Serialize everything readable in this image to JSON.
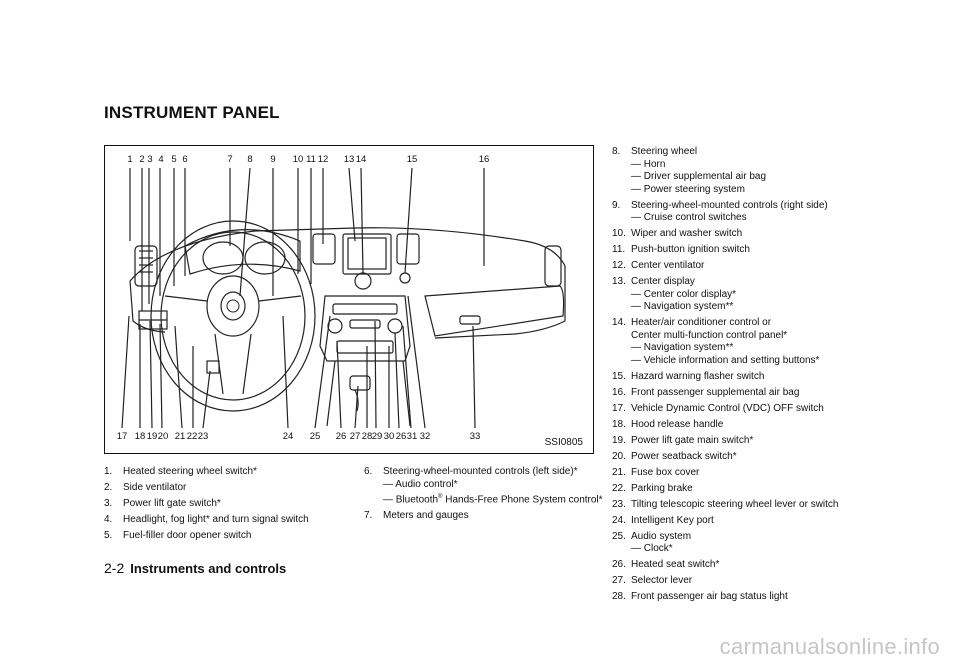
{
  "page": {
    "title": "INSTRUMENT PANEL",
    "figure_code": "SSI0805",
    "footer_page": "2-2",
    "footer_section": "Instruments and controls",
    "watermark": "carmanualsonline.info"
  },
  "figure": {
    "top_callouts": [
      "1",
      "2",
      "3",
      "4",
      "5",
      "6",
      "7",
      "8",
      "9",
      "10",
      "11",
      "12",
      "13",
      "14",
      "15",
      "16"
    ],
    "bottom_callouts": [
      "17",
      "18",
      "19",
      "20",
      "21",
      "22",
      "23",
      "24",
      "25",
      "26",
      "27",
      "28",
      "29",
      "30",
      "26",
      "31",
      "32",
      "33"
    ]
  },
  "legend_left": [
    {
      "num": "1.",
      "text": "Heated steering wheel switch*"
    },
    {
      "num": "2.",
      "text": "Side ventilator"
    },
    {
      "num": "3.",
      "text": "Power lift gate switch*"
    },
    {
      "num": "4.",
      "text": "Headlight, fog light* and turn signal switch"
    },
    {
      "num": "5.",
      "text": "Fuel-filler door opener switch"
    }
  ],
  "legend_mid": {
    "item6_num": "6.",
    "item6_text": "Steering-wheel-mounted controls (left side)*",
    "item6_sub1": "— Audio control*",
    "item6_sub2_prefix": "— Bluetooth",
    "item6_sub2_sup": "®",
    "item6_sub2_suffix": " Hands-Free Phone System control*",
    "item7_num": "7.",
    "item7_text": "Meters and gauges"
  },
  "legend_right": [
    {
      "num": "8.",
      "text": "Steering wheel",
      "subs": [
        "— Horn",
        "— Driver supplemental air bag",
        "— Power steering system"
      ]
    },
    {
      "num": "9.",
      "text": "Steering-wheel-mounted controls (right side)",
      "subs": [
        "— Cruise control switches"
      ]
    },
    {
      "num": "10.",
      "text": "Wiper and washer switch",
      "subs": []
    },
    {
      "num": "11.",
      "text": "Push-button ignition switch",
      "subs": []
    },
    {
      "num": "12.",
      "text": "Center ventilator",
      "subs": []
    },
    {
      "num": "13.",
      "text": "Center display",
      "subs": [
        "— Center color display*",
        "— Navigation system**"
      ]
    },
    {
      "num": "14.",
      "text": "Heater/air conditioner control or",
      "subs": [
        "Center multi-function control panel*",
        "— Navigation system**",
        "— Vehicle information and setting buttons*"
      ]
    },
    {
      "num": "15.",
      "text": "Hazard warning flasher switch",
      "subs": []
    },
    {
      "num": "16.",
      "text": "Front passenger supplemental air bag",
      "subs": []
    },
    {
      "num": "17.",
      "text": "Vehicle Dynamic Control (VDC) OFF switch",
      "subs": []
    },
    {
      "num": "18.",
      "text": "Hood release handle",
      "subs": []
    },
    {
      "num": "19.",
      "text": "Power lift gate main switch*",
      "subs": []
    },
    {
      "num": "20.",
      "text": "Power seatback switch*",
      "subs": []
    },
    {
      "num": "21.",
      "text": "Fuse box cover",
      "subs": []
    },
    {
      "num": "22.",
      "text": "Parking brake",
      "subs": []
    },
    {
      "num": "23.",
      "text": "Tilting telescopic steering wheel lever or switch",
      "subs": []
    },
    {
      "num": "24.",
      "text": "Intelligent Key port",
      "subs": []
    },
    {
      "num": "25.",
      "text": "Audio system",
      "subs": [
        "— Clock*"
      ]
    },
    {
      "num": "26.",
      "text": "Heated seat switch*",
      "subs": []
    },
    {
      "num": "27.",
      "text": "Selector lever",
      "subs": []
    },
    {
      "num": "28.",
      "text": "Front passenger air bag status light",
      "subs": []
    }
  ]
}
